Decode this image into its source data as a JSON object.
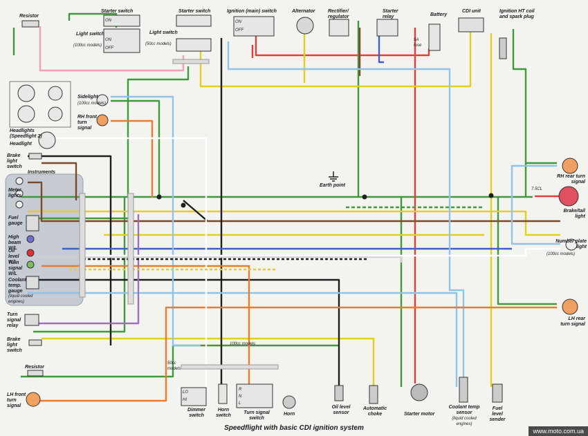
{
  "title": "Speedflight with basic CDI ignition system",
  "watermark": "www.moto.com.ua",
  "wire_colors": {
    "green": "#3e9a3a",
    "red": "#e0403a",
    "pink": "#f0a0b0",
    "yellow": "#e2d020",
    "brown": "#7a4a2a",
    "black": "#1e1e1e",
    "blue": "#3f5fc8",
    "light_blue": "#8fc4e8",
    "orange": "#ef7a2a",
    "white": "#ffffff",
    "purple": "#9b6fc0",
    "grey": "#9a9a9a"
  },
  "components": {
    "resistor_top": "Resistor",
    "starter_switch_100": "Starter switch",
    "light_switch_100": "Light switch",
    "light_switch_100_note": "(100cc models)",
    "starter_switch_50": "Starter switch",
    "light_switch_50": "Light switch",
    "light_switch_50_note": "(50cc models)",
    "ignition_switch": "Ignition (main) switch",
    "alternator": "Alternator",
    "rectifier": "Rectifier/ regulator",
    "starter_relay": "Starter relay",
    "battery": "Battery",
    "fuse": "5A fuse",
    "cdi_unit": "CDI unit",
    "ignition_coil": "Ignition HT coil and spark plug",
    "headlights": "Headlights (Speedfight 2)",
    "sidelight": "Sidelight",
    "sidelight_note": "(100cc models)",
    "rh_front_turn": "RH front turn signal",
    "headlight": "Headlight",
    "brake_light_switch_top": "Brake light switch",
    "instruments": "Instruments",
    "meter_lights": "Meter lights",
    "fuel_gauge": "Fuel gauge",
    "high_beam_wl": "High beam W/L",
    "oil_level_wl": "Oil level W/L",
    "turn_signal_wl": "Turn signal W/L",
    "coolant_temp_gauge": "Coolant temp. gauge",
    "coolant_note": "(liquid cooled engines)",
    "turn_signal_relay": "Turn signal relay",
    "brake_light_switch_bottom": "Brake light switch",
    "resistor_bottom": "Resistor",
    "lh_front_turn": "LH front turn signal",
    "earth_point": "Earth point",
    "rh_rear_turn": "RH rear turn signal",
    "brake_tail": "Brake/tail light",
    "bulb_rating": "7.5CL",
    "number_plate": "Number plate light",
    "number_plate_note": "(100cc models)",
    "lh_rear_turn": "LH rear turn signal",
    "dimmer_switch": "Dimmer switch",
    "horn_switch": "Horn switch",
    "turn_signal_switch": "Turn signal switch",
    "horn": "Horn",
    "oil_level_sensor": "Oil level sensor",
    "automatic_choke": "Automatic choke",
    "starter_motor": "Starter motor",
    "coolant_temp_sensor": "Coolant temp sensor",
    "coolant_temp_sensor_note": "(liquid cooled engines)",
    "fuel_level_sender": "Fuel level sender",
    "models_100cc": "100cc models",
    "models_50cc": "50cc models",
    "switch_on": "ON",
    "switch_off": "OFF",
    "switch_lo": "LO",
    "switch_hi": "HI",
    "switch_r": "R",
    "switch_l": "L",
    "switch_n": "N"
  }
}
